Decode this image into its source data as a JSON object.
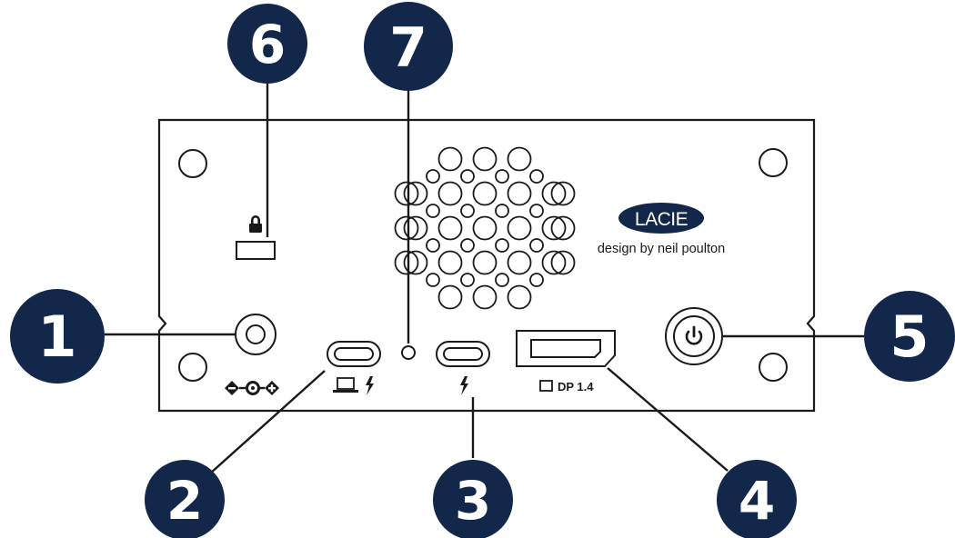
{
  "colors": {
    "navy": "#12274a",
    "line": "#1a1a1a",
    "panel_bg": "#ffffff",
    "callout_text": "#ffffff"
  },
  "brand": {
    "logo_text": "LACIE",
    "tagline": "design by neil poulton"
  },
  "port_labels": {
    "displayport": "DP 1.4"
  },
  "callouts": [
    {
      "id": "1",
      "label": "1",
      "target": "power-input"
    },
    {
      "id": "2",
      "label": "2",
      "target": "usb-c-host-port"
    },
    {
      "id": "3",
      "label": "3",
      "target": "thunderbolt-port"
    },
    {
      "id": "4",
      "label": "4",
      "target": "displayport-port"
    },
    {
      "id": "5",
      "label": "5",
      "target": "power-button"
    },
    {
      "id": "6",
      "label": "6",
      "target": "kensington-lock-slot"
    },
    {
      "id": "7",
      "label": "7",
      "target": "status-led"
    }
  ],
  "icons": {
    "lock": "padlock-icon",
    "dc_polarity": "dc-polarity-icon",
    "computer": "laptop-icon",
    "thunderbolt": "thunderbolt-icon",
    "display": "display-icon",
    "power": "power-icon"
  }
}
